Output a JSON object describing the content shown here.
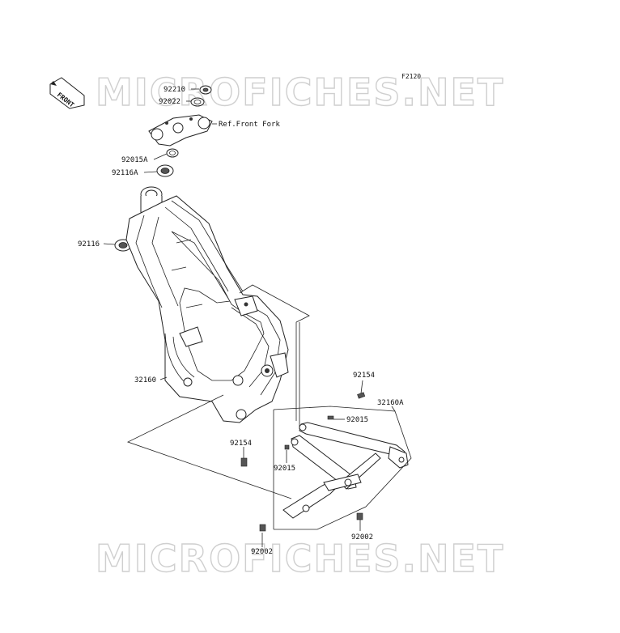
{
  "diagram": {
    "figure_code": "F2120",
    "front_indicator": "FRONT",
    "watermark": "MICROFICHES.NET",
    "reference_note": "Ref.Front Fork",
    "parts": [
      {
        "id": "92210"
      },
      {
        "id": "92022"
      },
      {
        "id": "92015A"
      },
      {
        "id": "92116A"
      },
      {
        "id": "92116"
      },
      {
        "id": "32160"
      },
      {
        "id": "92154"
      },
      {
        "id": "32160A"
      },
      {
        "id": "92015"
      },
      {
        "id": "92154"
      },
      {
        "id": "92015"
      },
      {
        "id": "92002"
      },
      {
        "id": "92002"
      }
    ]
  }
}
